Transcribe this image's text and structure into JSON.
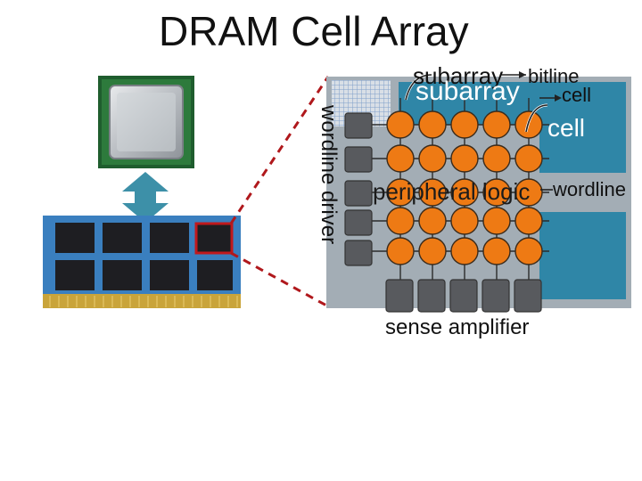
{
  "title": "DRAM Cell Array",
  "labels": {
    "subarray": "subarray",
    "subarray_inner": "subarray",
    "bitline": "bitline",
    "cell": "cell",
    "cell_inner": "cell",
    "peripheral_logic": "peripheral logic",
    "wordline": "wordline",
    "sense_amplifier": "sense amplifier",
    "wordline_driver": "wordline driver"
  },
  "colors": {
    "chip_panel": "#a3adb5",
    "subarray_blue": "#2f86a7",
    "cell_orange": "#ee7a14",
    "driver_gray": "#585a5e",
    "zoom_red": "#b0181c",
    "arrow_blue": "#3d90a8"
  },
  "icons": {
    "cpu": "cpu-chip-icon",
    "dimm": "dram-module-icon",
    "link": "double-arrow-icon"
  }
}
